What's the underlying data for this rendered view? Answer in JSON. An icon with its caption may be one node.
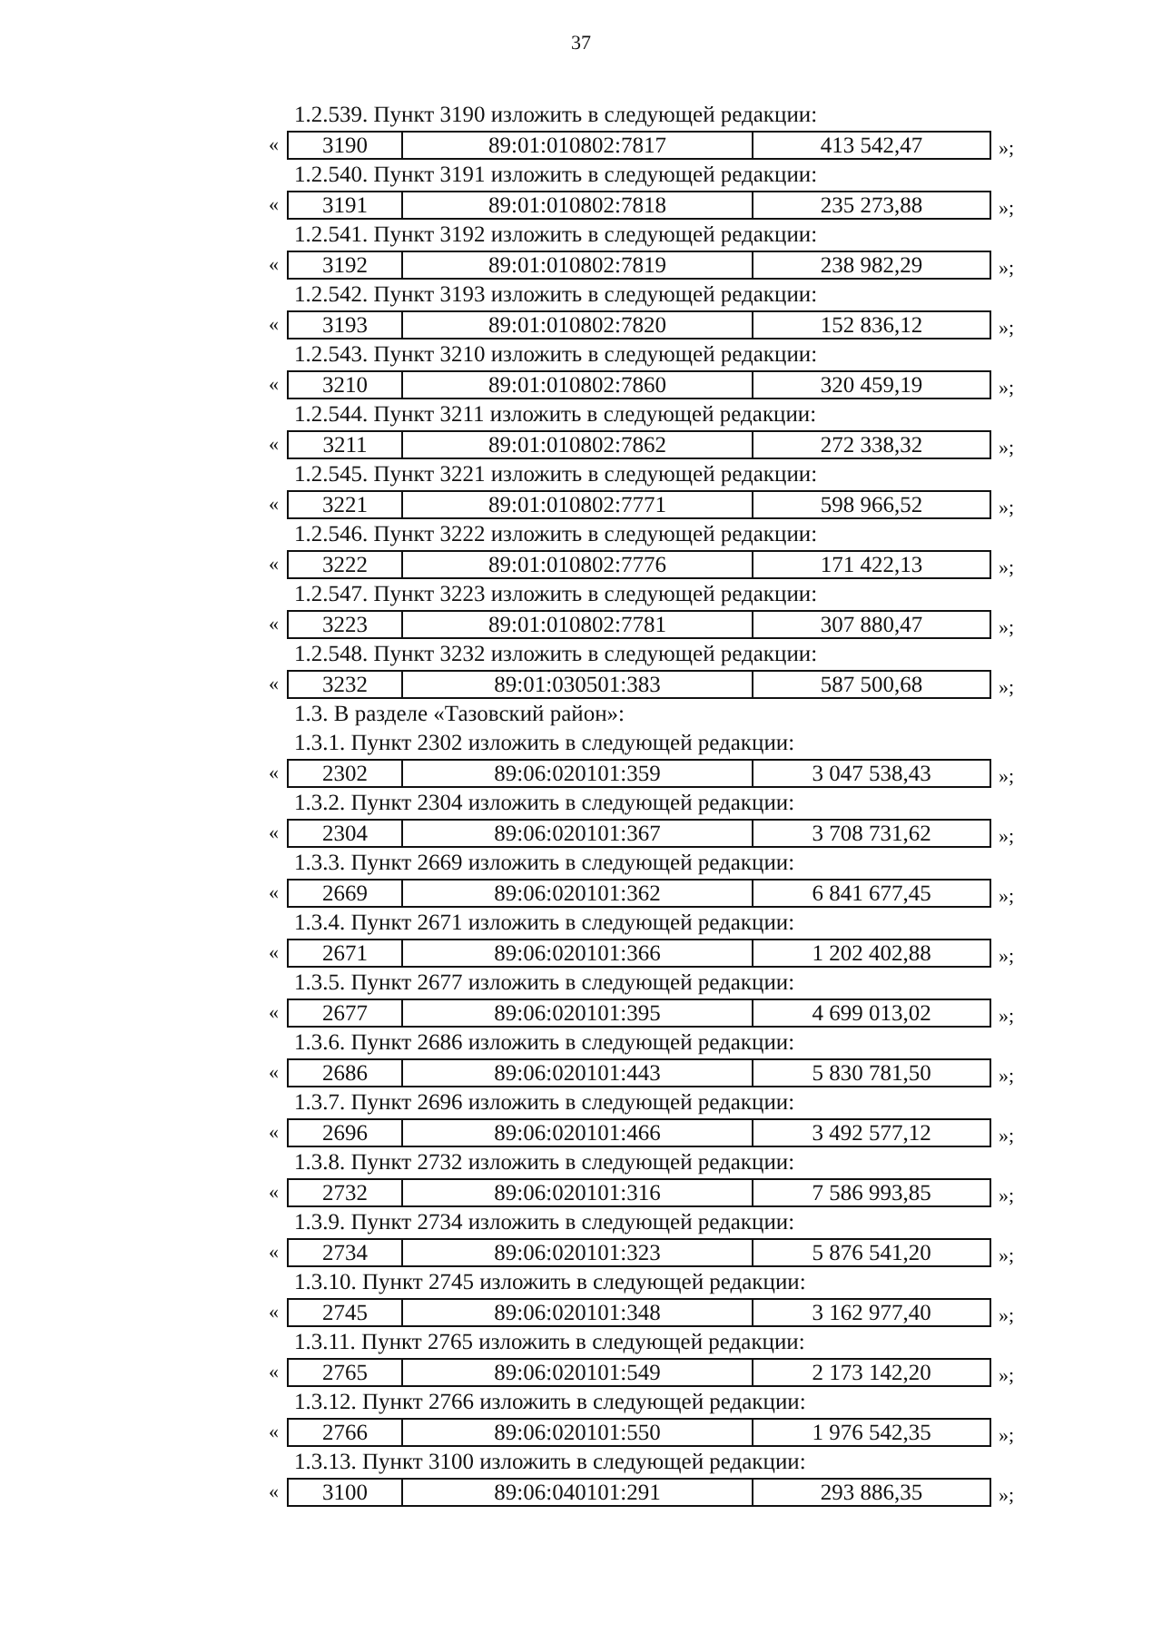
{
  "diagram": {
    "labels": [
      "37",
      "1.2.539. Пункт 3190 изложить в следующей редакции:",
      "«",
      "3190",
      "89:01:010802:7817",
      "413 542,47",
      "»;",
      "1.2.540. Пункт 3191 изложить в следующей редакции:",
      "«",
      "3191",
      "89:01:010802:7818",
      "235 273,88",
      "»;",
      "1.2.541. Пункт 3192 изложить в следующей редакции:",
      "«",
      "3192",
      "89:01:010802:7819",
      "238 982,29",
      "»;",
      "1.2.542. Пункт 3193 изложить в следующей редакции:",
      "«",
      "3193",
      "89:01:010802:7820",
      "152 836,12",
      "»;",
      "1.2.543. Пункт 3210 изложить в следующей редакции:",
      "«",
      "3210",
      "89:01:010802:7860",
      "320 459,19",
      "»;",
      "1.2.544. Пункт 3211 изложить в следующей редакции:",
      "«",
      "3211",
      "89:01:010802:7862",
      "272 338,32",
      "»;",
      "1.2.545. Пункт 3221 изложить в следующей редакции:",
      "«",
      "3221",
      "89:01:010802:7771",
      "598 966,52",
      "»;",
      "1.2.546. Пункт 3222 изложить в следующей редакции:",
      "«",
      "3222",
      "89:01:010802:7776",
      "171 422,13",
      "»;",
      "1.2.547. Пункт 3223 изложить в следующей редакции:",
      "«",
      "3223",
      "89:01:010802:7781",
      "307 880,47",
      "»;",
      "1.2.548. Пункт 3232 изложить в следующей редакции:",
      "«",
      "3232",
      "89:01:030501:383",
      "587 500,68",
      "»;",
      "1.3. В разделе «Тазовский район»:",
      "1.3.1. Пункт 2302 изложить в следующей редакции:",
      "«",
      "2302",
      "89:06:020101:359",
      "3 047 538,43",
      "»;",
      "1.3.2. Пункт 2304 изложить в следующей редакции:",
      "«",
      "2304",
      "89:06:020101:367",
      "3 708 731,62",
      "»;",
      "1.3.3. Пункт 2669 изложить в следующей редакции:",
      "«",
      "2669",
      "89:06:020101:362",
      "6 841 677,45",
      "»;",
      "1.3.4. Пункт 2671 изложить в следующей редакции:",
      "«",
      "2671",
      "89:06:020101:366",
      "1 202 402,88",
      "»;",
      "1.3.5. Пункт 2677 изложить в следующей редакции:",
      "«",
      "2677",
      "89:06:020101:395",
      "4 699 013,02",
      "»;",
      "1.3.6. Пункт 2686 изложить в следующей редакции:",
      "«",
      "2686",
      "89:06:020101:443",
      "5 830 781,50",
      "»;",
      "1.3.7. Пункт 2696 изложить в следующей редакции:",
      "«",
      "2696",
      "89:06:020101:466",
      "3 492 577,12",
      "»;",
      "1.3.8. Пункт 2732 изложить в следующей редакции:",
      "«",
      "2732",
      "89:06:020101:316",
      "7 586 993,85",
      "»;",
      "1.3.9. Пункт 2734 изложить в следующей редакции:",
      "«",
      "2734",
      "89:06:020101:323",
      "5 876 541,20",
      "»;",
      "1.3.10. Пункт 2745 изложить в следующей редакции:",
      "«",
      "2745",
      "89:06:020101:348",
      "3 162 977,40",
      "»;",
      "1.3.11. Пункт 2765 изложить в следующей редакции:",
      "«",
      "2765",
      "89:06:020101:549",
      "2 173 142,20",
      "»;",
      "1.3.12. Пункт 2766 изложить в следующей редакции:",
      "«",
      "2766",
      "89:06:020101:550",
      "1 976 542,35",
      "»;",
      "1.3.13. Пункт 3100 изложить в следующей редакции:",
      "«",
      "3100",
      "89:06:040101:291",
      "293 886,35",
      "»;"
    ]
  }
}
